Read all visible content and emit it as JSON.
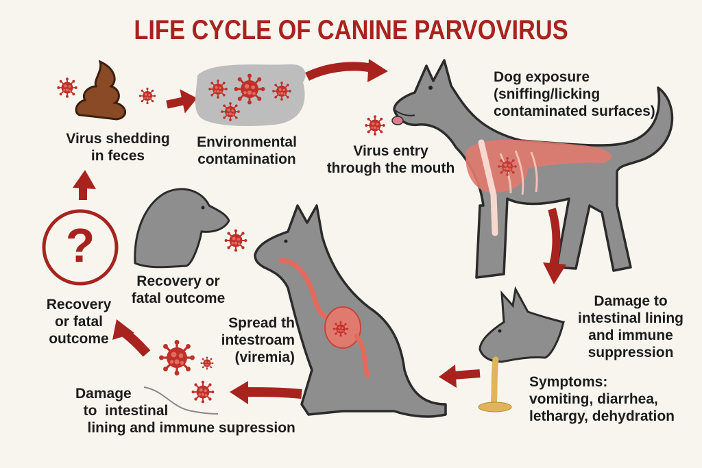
{
  "title": "LIFE CYCLE OF CANINE PARVOVIRUS",
  "colors": {
    "accent": "#a8231e",
    "virus": "#c0302a",
    "dog_gray": "#8e8e8e",
    "outline": "#2b2b2b",
    "feces": "#8b4a26",
    "vomit": "#e0b45a",
    "background": "#f8f5ef"
  },
  "stages": {
    "shedding": "Virus shedding\nin feces",
    "environment": "Environmental\ncontamination",
    "exposure": "Dog exposure\n(sniffing/licking\ncontaminated surfaces)",
    "entry": "Virus entry\nthrough the mouth",
    "damage_right": "Damage to\nintestinal lining\nand immune\nsuppression",
    "symptoms": "Symptoms:\nvomiting, diarrhea,\nlethargy, dehydration",
    "spread": "Spread th\nintestroam\n(viremia)",
    "damage_left": "Damage\n  to  intestinal\n   lining and immune supression",
    "recovery_middle": "Recovery or\nfatal outcome",
    "recovery_left": "Recovery\nor fatal\noutcome"
  },
  "icons": {
    "question": "?"
  }
}
